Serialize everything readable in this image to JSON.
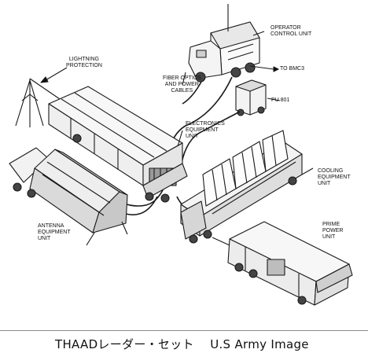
{
  "labels": {
    "operator_control_unit": "OPERATOR\nCONTROL UNIT",
    "to_bmc3": "TO BMC3",
    "pu801": "PU 801",
    "lightning": "LIGHTNING\nPROTECTION",
    "fiber": "FIBER OPTICS\nAND POWER\nCABLES",
    "electronics": "ELECTRONICS\nEQUIPMENT\nUNIT",
    "cooling": "COOLING\nEQUIPMENT\nUNIT",
    "antenna": "ANTENNA\nEQUIPMENT\nUNIT",
    "prime_power": "PRIME\nPOWER\nUNIT"
  },
  "caption": "THAADレーダー・セット　 U.S Army Image"
}
